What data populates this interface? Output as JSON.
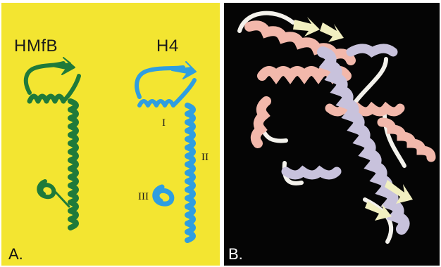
{
  "panel_a": {
    "label": "A.",
    "title_left": "HMfB",
    "title_right": "H4",
    "helix_labels": [
      "I",
      "II",
      "III"
    ],
    "background_color": "#f3e531",
    "hmfb_color": "#1f7a3a",
    "h4_color": "#2f9ee0"
  },
  "panel_b": {
    "label": "B.",
    "background_color": "#050505",
    "chain1_color": "#f2b8ab",
    "chain2_color": "#c8c2dc",
    "loop_color": "#f4f2ec",
    "arrow_color": "#f1efc0"
  }
}
